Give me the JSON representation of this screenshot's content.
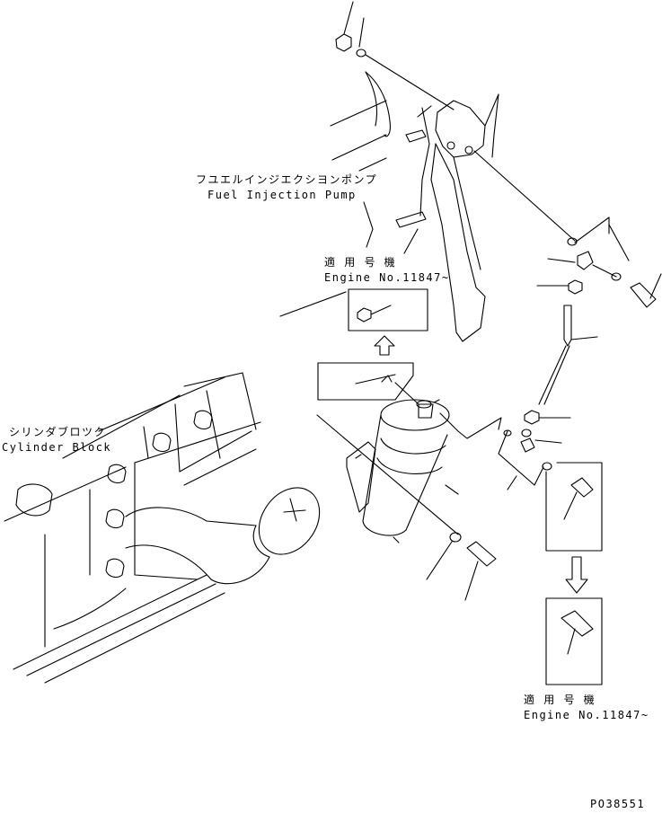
{
  "labels": {
    "fuel_pump_jp": "フユエルインジエクシヨンポンプ",
    "fuel_pump_en": "Fuel Injection Pump",
    "applicable_top_jp": "適 用 号 機",
    "applicable_top_en": "Engine No.11847~",
    "cylinder_block_jp": "シリンダブロツク",
    "cylinder_block_en": "Cylinder Block",
    "applicable_bottom_jp": "適 用 号 機",
    "applicable_bottom_en": "Engine No.11847~",
    "drawing_code": "PO38551"
  },
  "colors": {
    "line": "#000000",
    "background": "#ffffff"
  }
}
